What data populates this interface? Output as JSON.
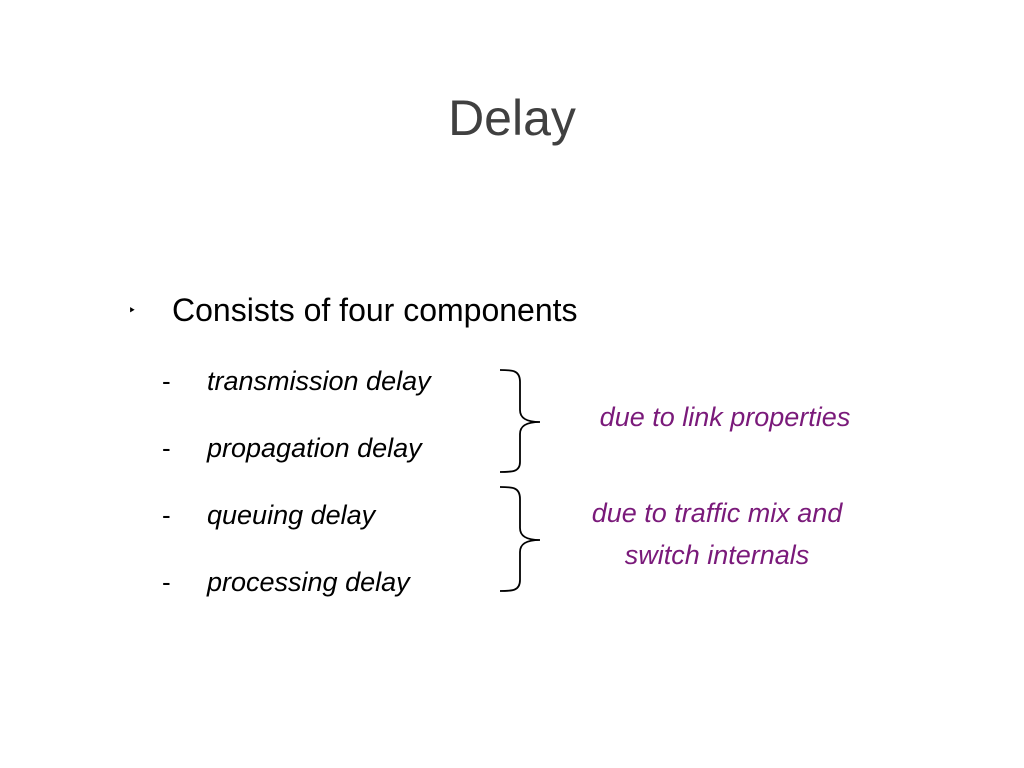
{
  "slide": {
    "title": "Delay",
    "bullet": {
      "marker": "‣",
      "text": "Consists of four components"
    },
    "items": [
      {
        "dash": "-",
        "label": "transmission delay"
      },
      {
        "dash": "-",
        "label": "propagation delay"
      },
      {
        "dash": "-",
        "label": "queuing delay"
      },
      {
        "dash": "-",
        "label": "processing delay"
      }
    ],
    "annotations": {
      "link": "due to link properties",
      "traffic_line1": "due to traffic mix and",
      "traffic_line2": "switch internals"
    },
    "colors": {
      "title": "#404040",
      "annotation": "#7a1a7a"
    }
  }
}
